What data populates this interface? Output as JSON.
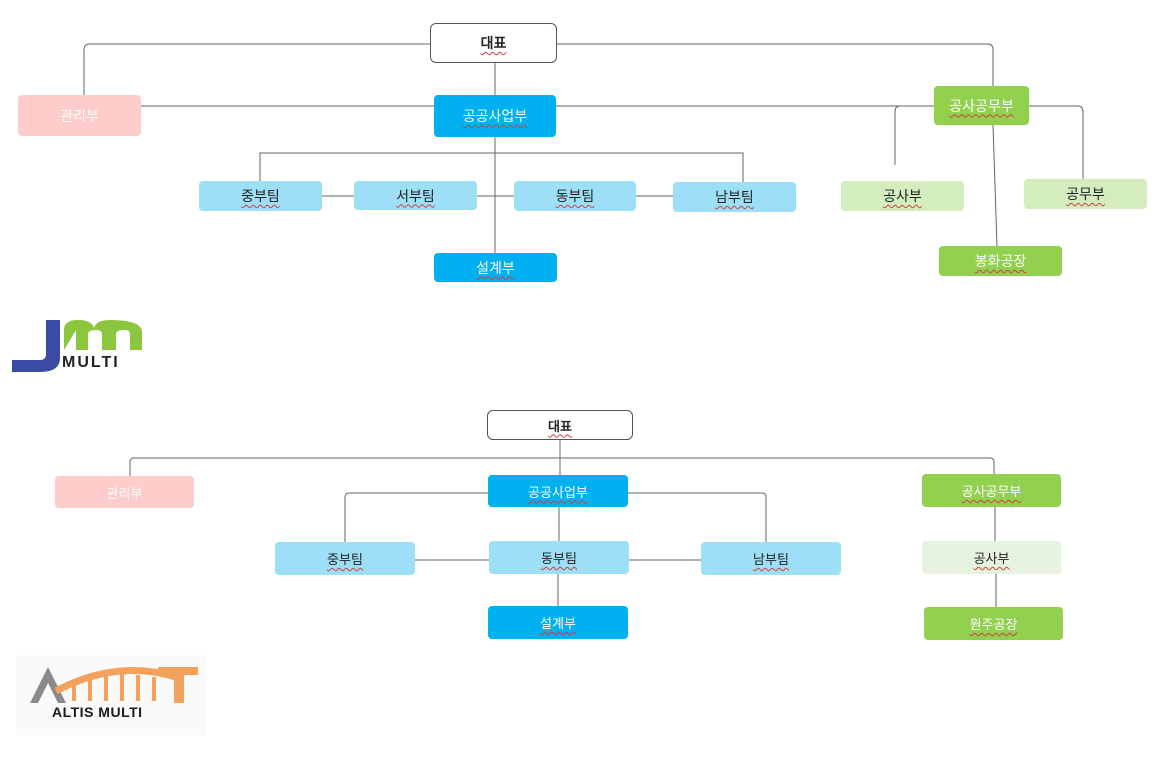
{
  "chart1": {
    "ceo": "대표",
    "admin": "관리부",
    "public_biz": "공공사업부",
    "construction_business": "공사공무부",
    "teams": [
      "중부팀",
      "서부팀",
      "동부팀",
      "남부팀"
    ],
    "design": "설계부",
    "construction": "공사부",
    "affairs": "공무부",
    "factory": "봉화공장"
  },
  "logo1": {
    "letters": "J m",
    "text": "MULTI",
    "colors": {
      "j": "#3b4aa3",
      "m": "#8cc63f",
      "text": "#222222"
    }
  },
  "chart2": {
    "ceo": "대표",
    "admin": "관리부",
    "public_biz": "공공사업부",
    "construction_business": "공사공무부",
    "teams": [
      "중부팀",
      "동부팀",
      "남부팀"
    ],
    "design": "설계부",
    "construction": "공사부",
    "factory": "원주공장"
  },
  "logo2": {
    "text": "ALTIS MULTI",
    "colors": {
      "arc": "#f2a25c",
      "a": "#8a8a8a"
    }
  },
  "colors": {
    "admin": "#ffcccc",
    "public": "#00b0f0",
    "team": "#9ddff7",
    "green": "#92d050",
    "light_green": "#d4edbf"
  }
}
